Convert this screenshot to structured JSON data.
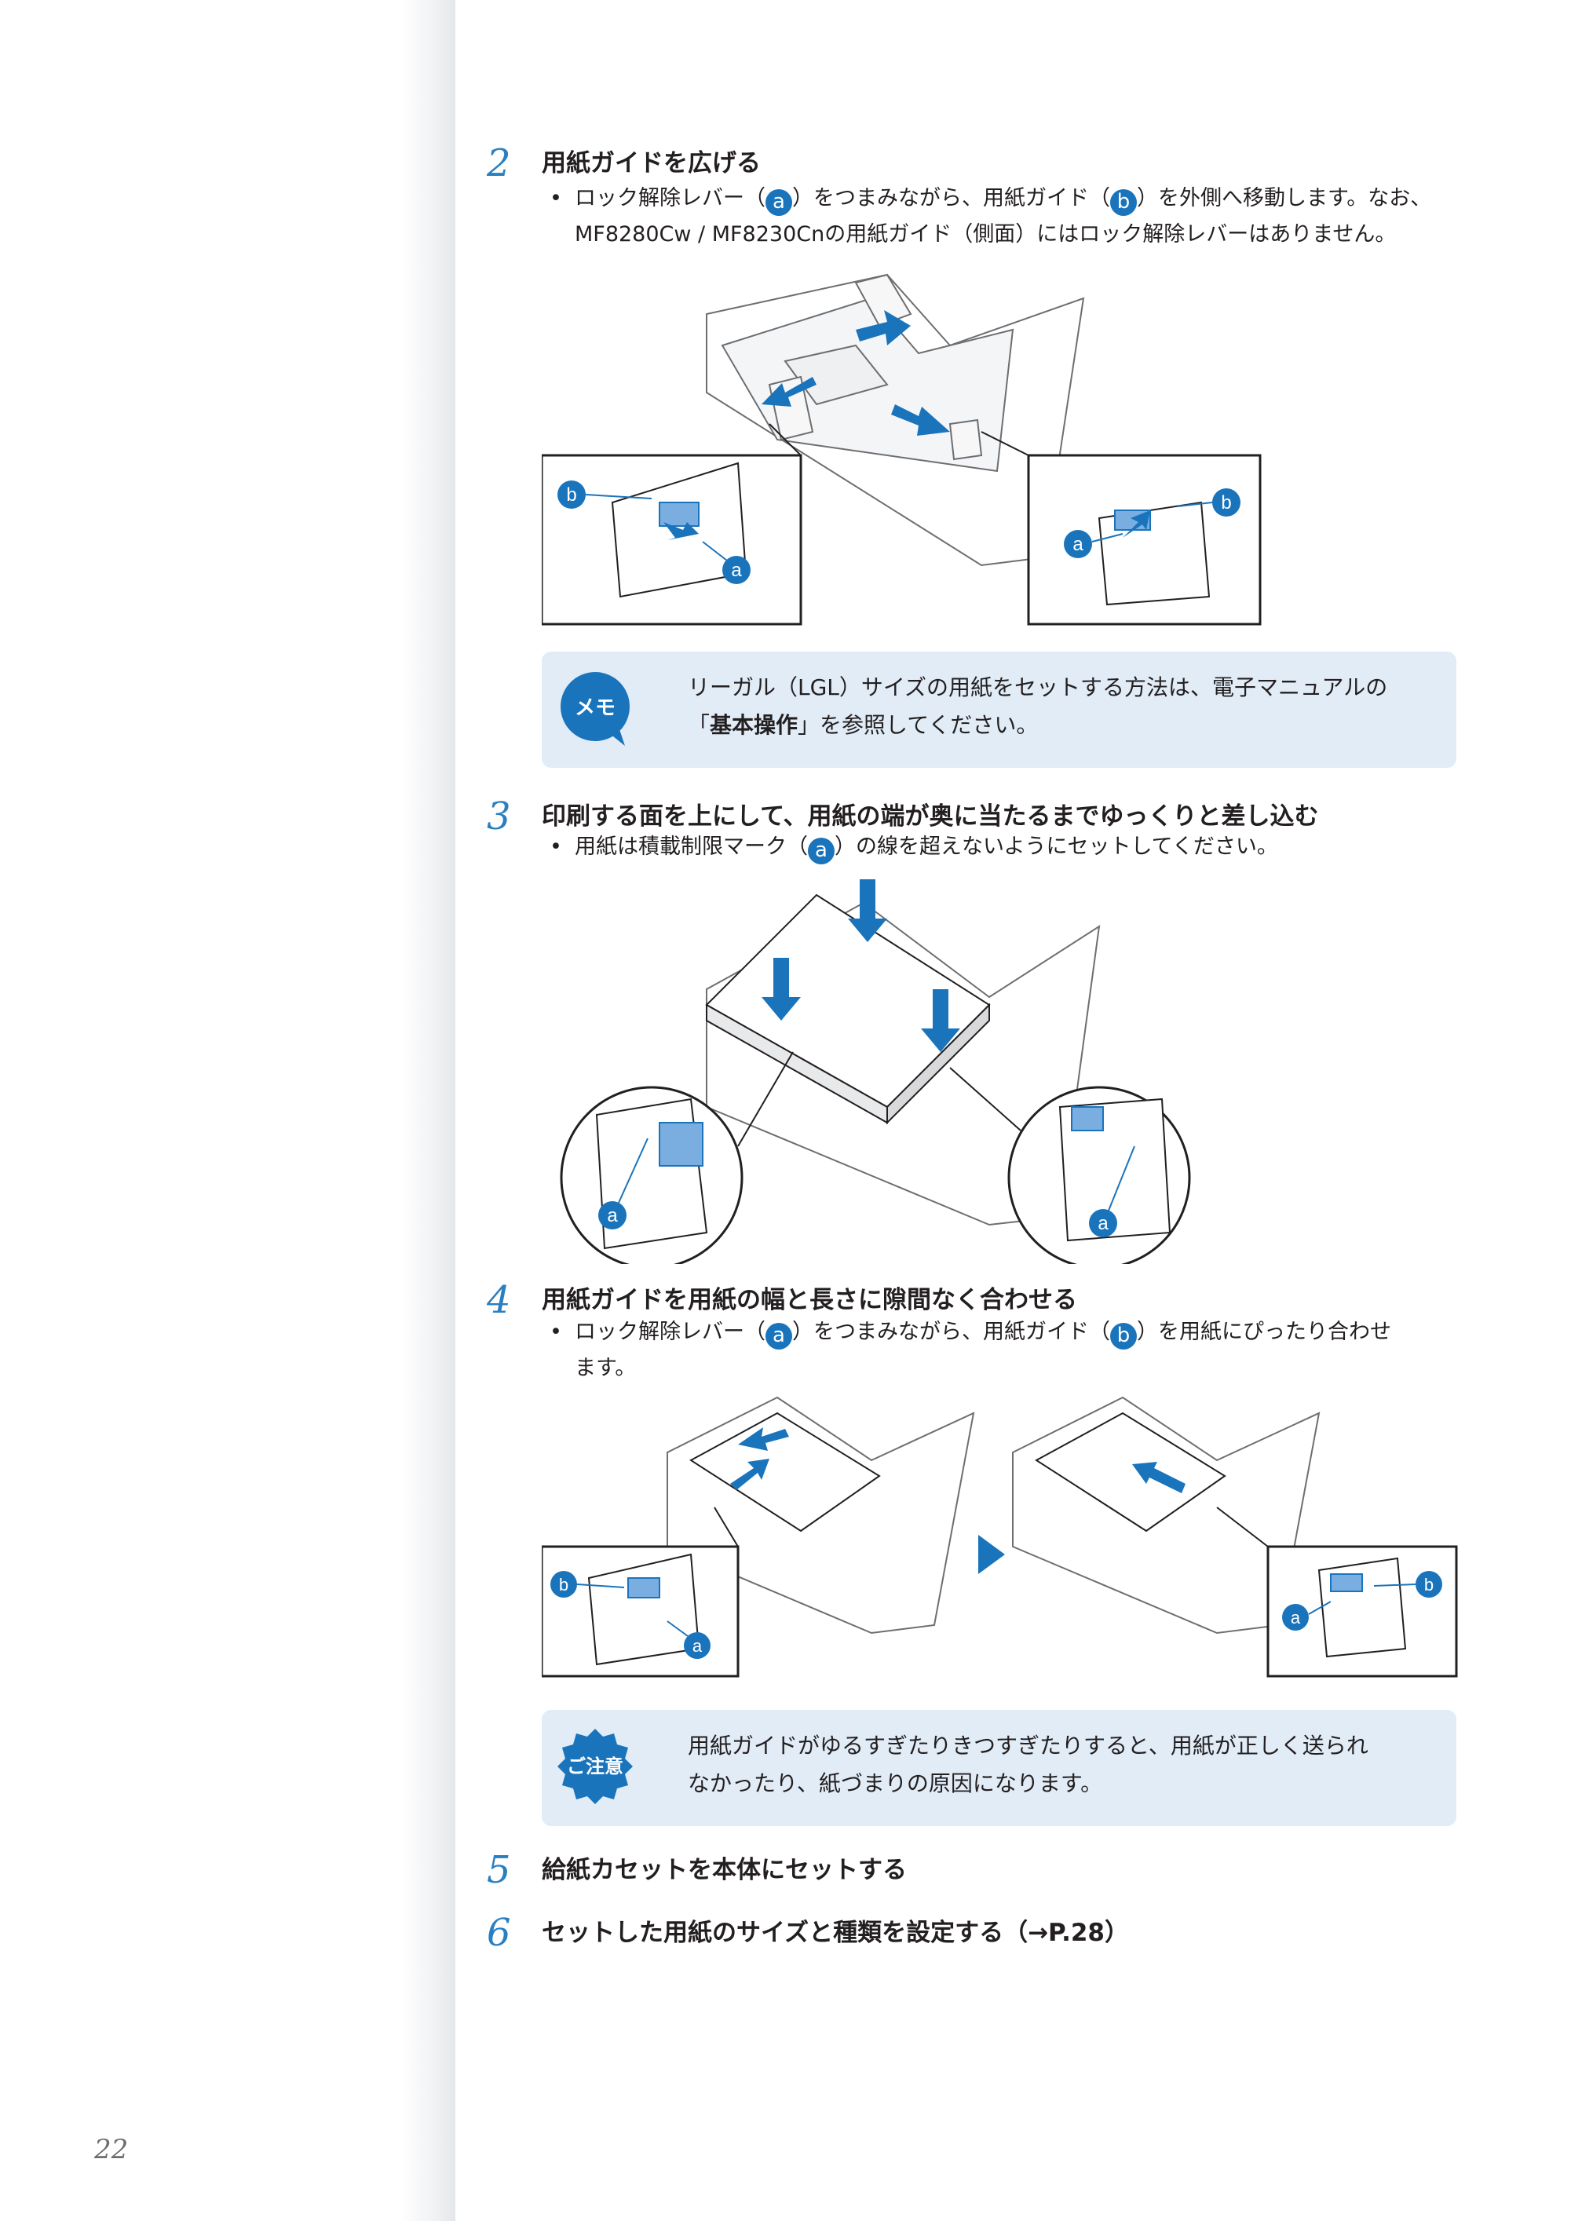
{
  "steps": [
    {
      "number": "2",
      "title": "用紙ガイドを広げる",
      "bullet": {
        "part1": "ロック解除レバー（",
        "mark1": "a",
        "part2": "）をつまみながら、用紙ガイド（",
        "mark2": "b",
        "part3": "）を外側へ移動します。なお、",
        "line2": "MF8280Cw / MF8230Cnの用紙ガイド（側面）にはロック解除レバーはありません。"
      }
    },
    {
      "number": "3",
      "title": "印刷する面を上にして、用紙の端が奥に当たるまでゆっくりと差し込む",
      "bullet": {
        "part1": "用紙は積載制限マーク（",
        "mark1": "a",
        "part2": "）の線を超えないようにセットしてください。"
      }
    },
    {
      "number": "4",
      "title": "用紙ガイドを用紙の幅と長さに隙間なく合わせる",
      "bullet": {
        "part1": "ロック解除レバー（",
        "mark1": "a",
        "part2": "）をつまみながら、用紙ガイド（",
        "mark2": "b",
        "part3": "）を用紙にぴったり合わせ",
        "line2": "ます。"
      }
    },
    {
      "number": "5",
      "title": "給紙カセットを本体にセットする"
    },
    {
      "number": "6",
      "title": "セットした用紙のサイズと種類を設定する（→P.28）"
    }
  ],
  "memo_note": {
    "icon_label": "メモ",
    "line1": "リーガル（LGL）サイズの用紙をセットする方法は、電子マニュアルの",
    "line2_open": "「",
    "line2_bold": "基本操作",
    "line2_rest": "」を参照してください。"
  },
  "caution_note": {
    "icon_label": "ご注意",
    "line1": "用紙ガイドがゆるすぎたりきつすぎたりすると、用紙が正しく送られ",
    "line2": "なかったり、紙づまりの原因になります。"
  },
  "figure_labels": {
    "a": "a",
    "b": "b"
  },
  "colors": {
    "accent": "#1a74bc",
    "note_bg": "#e1ecf7",
    "number": "#2a7fc1"
  },
  "page_number": "22"
}
